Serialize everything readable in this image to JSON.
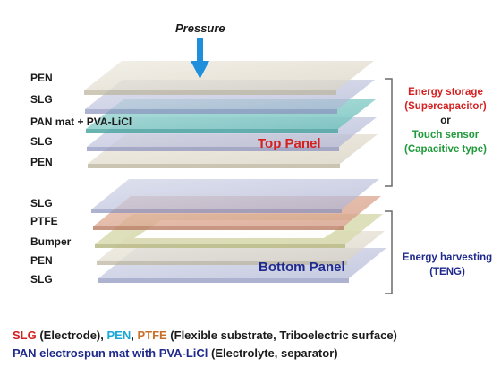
{
  "pressure_label": "Pressure",
  "top_panel": {
    "title": "Top Panel",
    "layers": [
      "PEN",
      "SLG",
      "PAN mat + PVA-LiCl",
      "SLG",
      "PEN"
    ]
  },
  "bottom_panel": {
    "title": "Bottom Panel",
    "layers": [
      "SLG",
      "PTFE",
      "Bumper",
      "PEN",
      "SLG"
    ]
  },
  "top_bracket": {
    "line1": "Energy storage",
    "line2": "(Supercapacitor)",
    "line3": "or",
    "line4": "Touch sensor",
    "line5": "(Capacitive type)"
  },
  "bottom_bracket": {
    "line1": "Energy harvesting",
    "line2": "(TENG)"
  },
  "legend": {
    "row1": {
      "slg": "SLG",
      "slg_desc": " (Electrode), ",
      "pen": "PEN",
      "comma": ", ",
      "ptfe": "PTFE",
      "rest": "  (Flexible substrate, Triboelectric surface)"
    },
    "row2": {
      "pan": "PAN electrospun mat with PVA-LiCl",
      "rest": " (Electrolyte, separator)"
    }
  },
  "colors": {
    "red": "#d42020",
    "cyan": "#1aa7d8",
    "orange": "#c8702a",
    "navy": "#1f2a8c",
    "green": "#1e9a3a",
    "arrow": "#1f8fdc",
    "bracket": "#6a6a6a"
  }
}
